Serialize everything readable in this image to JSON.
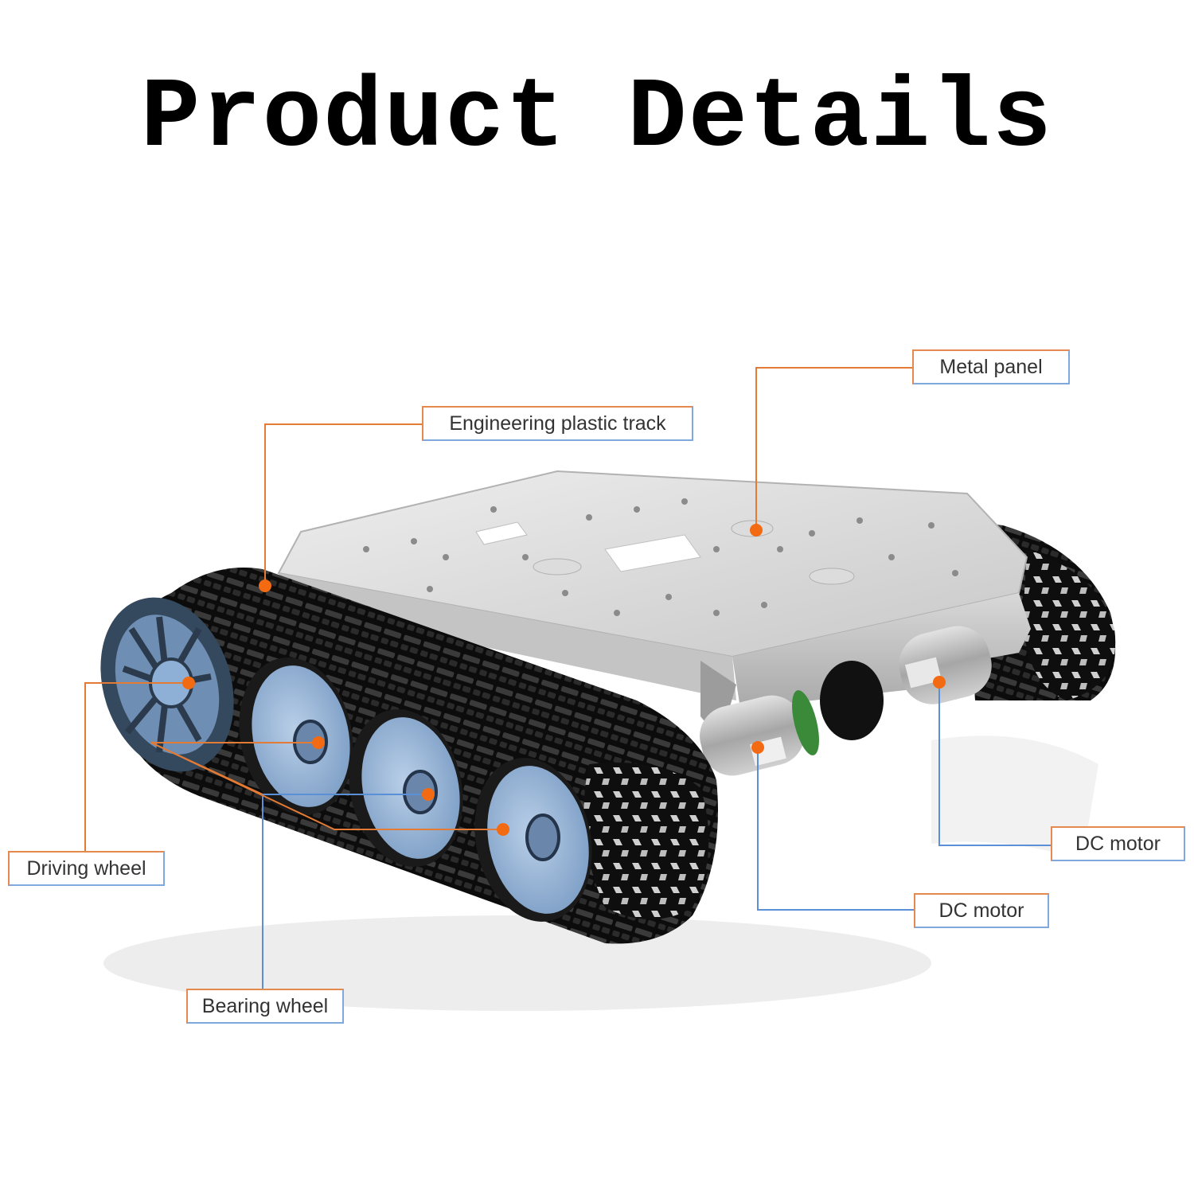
{
  "title": "Product Details",
  "callouts": {
    "metal_panel": "Metal panel",
    "plastic_track": "Engineering plastic track",
    "driving_wheel": "Driving wheel",
    "bearing_wheel": "Bearing wheel",
    "dc_motor_right": "DC motor",
    "dc_motor_center": "DC motor"
  },
  "colors": {
    "leader_orange": "#e37b35",
    "leader_blue": "#5b90d6",
    "marker_dot": "#f26a12"
  }
}
